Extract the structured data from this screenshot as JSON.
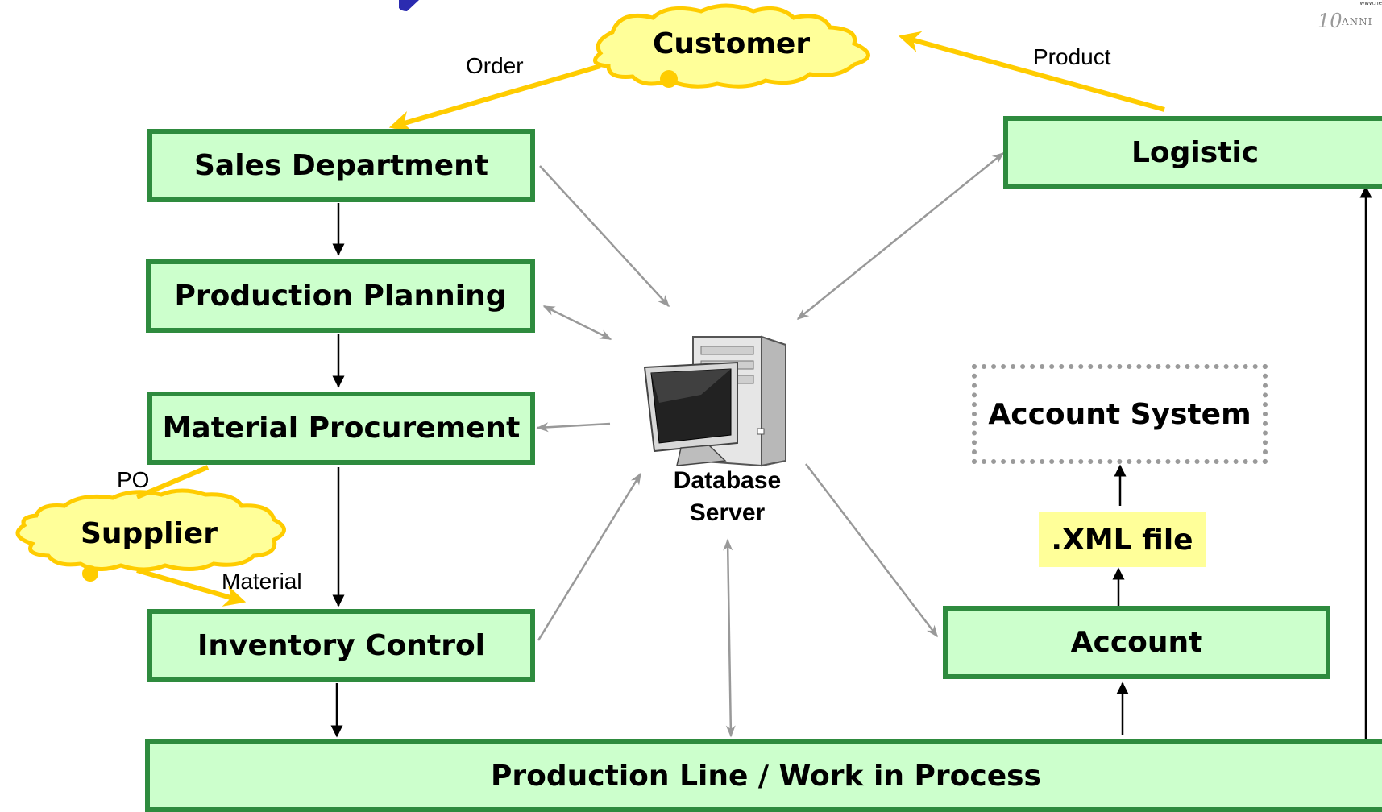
{
  "nodes": {
    "customer": "Customer",
    "supplier": "Supplier",
    "sales": "Sales Department",
    "planning": "Production Planning",
    "procurement": "Material Procurement",
    "inventory": "Inventory Control",
    "logistic": "Logistic",
    "account": "Account",
    "account_system": "Account System",
    "xml_file": ".XML file",
    "production_line": "Production Line / Work in Process",
    "database_line1": "Database",
    "database_line2": "Server"
  },
  "edge_labels": {
    "order": "Order",
    "product": "Product",
    "po": "PO",
    "material": "Material"
  },
  "logo": {
    "small_text": "www.ne",
    "number": "10",
    "word": "ANNI"
  },
  "colors": {
    "box_fill": "#ccffcc",
    "box_border": "#2e8b3e",
    "cloud_fill": "#ffff99",
    "cloud_stroke": "#ffcc00",
    "flow_arrow": "#ffcc00",
    "db_arrow": "#999999",
    "process_arrow": "#000000",
    "title_fragment": "#2b2bb0"
  }
}
